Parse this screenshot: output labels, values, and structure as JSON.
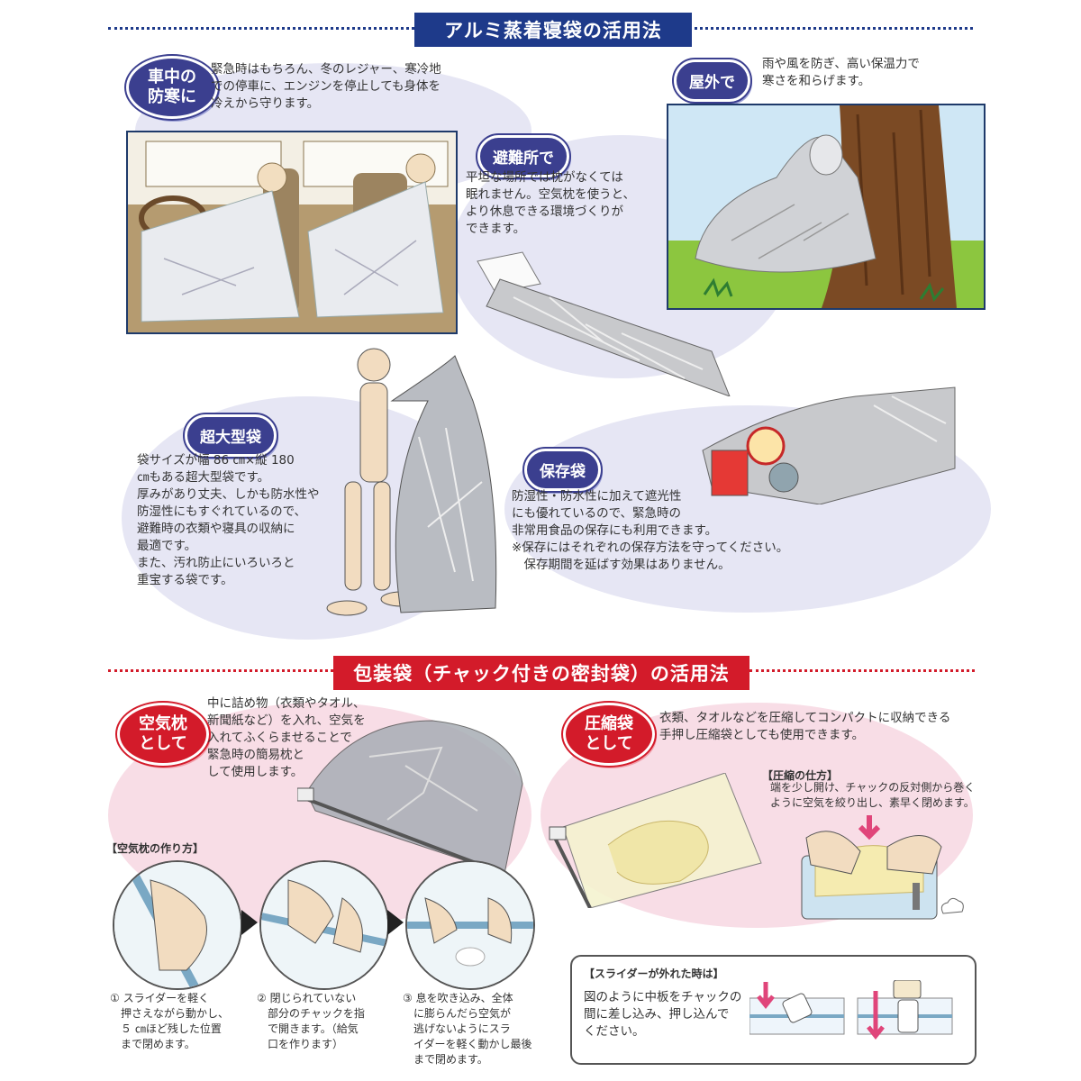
{
  "section1": {
    "title": "アルミ蒸着寝袋の活用法",
    "car": {
      "badge_line1": "車中の",
      "badge_line2": "防寒に",
      "text": "緊急時はもちろん、冬のレジャー、寒冷地\nでの停車に、エンジンを停止しても身体を\n冷えから守ります。"
    },
    "outdoor": {
      "badge": "屋外で",
      "text": "雨や風を防ぎ、高い保温力で\n寒さを和らげます。"
    },
    "shelter": {
      "badge": "避難所で",
      "text": "平坦な場所では枕がなくては\n眠れません。空気枕を使うと、\nより休息できる環境づくりが\nできます。"
    },
    "large_bag": {
      "badge": "超大型袋",
      "text": "袋サイズが幅 86 ㎝×縦 180\n㎝もある超大型袋です。\n厚みがあり丈夫、しかも防水性や\n防湿性にもすぐれているので、\n避難時の衣類や寝具の収納に\n最適です。\nまた、汚れ防止にいろいろと\n重宝する袋です。"
    },
    "storage": {
      "badge": "保存袋",
      "text": "防湿性・防水性に加えて遮光性\nにも優れているので、緊急時の\n非常用食品の保存にも利用できます。\n※保存にはそれぞれの保存方法を守ってください。\n　保存期間を延ばす効果はありません。"
    }
  },
  "section2": {
    "title": "包装袋（チャック付きの密封袋）の活用法",
    "pillow": {
      "badge_line1": "空気枕",
      "badge_line2": "として",
      "text": "中に詰め物（衣類やタオル、\n新聞紙など）を入れ、空気を\n入れてふくらませることで\n緊急時の簡易枕と\nして使用します。",
      "howto_label": "【空気枕の作り方】",
      "steps": [
        "① スライダーを軽く\n　押さえながら動かし、\n　５ ㎝ほど残した位置\n　まで閉めます。",
        "② 閉じられていない\n　部分のチャックを指\n　で開きます。（給気\n　口を作ります）",
        "③ 息を吹き込み、全体\n　に膨らんだら空気が\n　逃げないようにスラ\n　イダーを軽く動かし最後\n　まで閉めます。"
      ]
    },
    "compress": {
      "badge_line1": "圧縮袋",
      "badge_line2": "として",
      "text": "衣類、タオルなどを圧縮してコンパクトに収納できる\n手押し圧縮袋としても使用できます。",
      "howto_label": "【圧縮の仕方】",
      "howto_text": "端を少し開け、チャックの反対側から巻く\nように空気を絞り出し、素早く閉めます。"
    },
    "slider": {
      "label": "【スライダーが外れた時は】",
      "text": "図のように中板をチャックの\n間に差し込み、押し込んで\nください。"
    }
  },
  "colors": {
    "navy": "#1e3a8a",
    "red": "#d31b2a",
    "badge": "#3b3f8f",
    "lavender_blob": "#e6e6f4",
    "pink_blob": "#f8dde6",
    "arrow_pink": "#e0457a"
  },
  "icons": [
    "dotted-divider",
    "silver-bag",
    "hand",
    "mannequin",
    "tree",
    "car-interior",
    "zipper-slider",
    "arrow-right"
  ]
}
